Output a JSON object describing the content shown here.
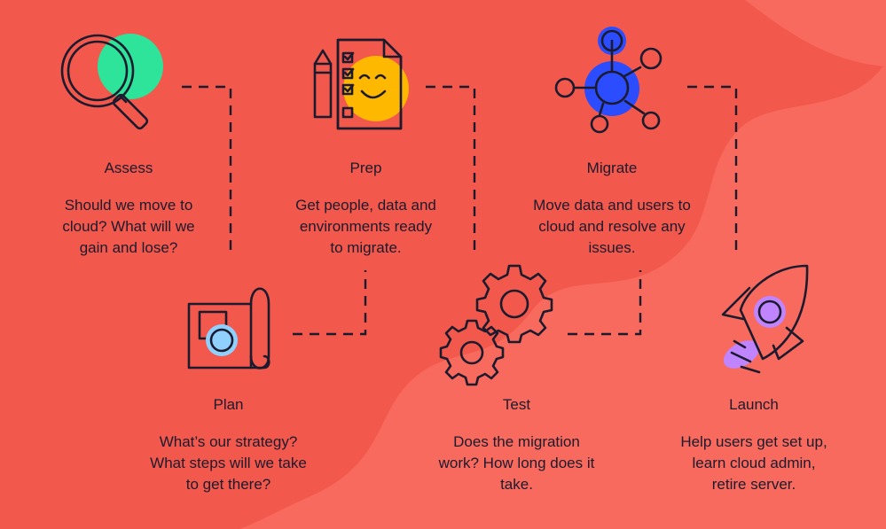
{
  "colors": {
    "background": "#f2584c",
    "background_wave": "#f86a5d",
    "line": "#1c1b2e",
    "green": "#2ee39a",
    "yellow": "#ffb800",
    "blue": "#2b4dff",
    "light_blue": "#8fd0ff",
    "purple": "#c084ff"
  },
  "steps": [
    {
      "id": "assess",
      "title": "Assess",
      "description": "Should we move to cloud? What will we gain and lose?",
      "icon": "magnifying-glass-icon"
    },
    {
      "id": "plan",
      "title": "Plan",
      "description": "What’s our strategy? What steps will we take to get there?",
      "icon": "blueprint-icon"
    },
    {
      "id": "prep",
      "title": "Prep",
      "description": "Get people, data and environments ready to migrate.",
      "icon": "checklist-icon"
    },
    {
      "id": "test",
      "title": "Test",
      "description": "Does the migration work? How long does it take.",
      "icon": "gears-icon"
    },
    {
      "id": "migrate",
      "title": "Migrate",
      "description": "Move data and users to cloud and resolve any issues.",
      "icon": "network-hub-icon"
    },
    {
      "id": "launch",
      "title": "Launch",
      "description": "Help users get set up, learn cloud admin, retire server.",
      "icon": "rocket-icon"
    }
  ]
}
